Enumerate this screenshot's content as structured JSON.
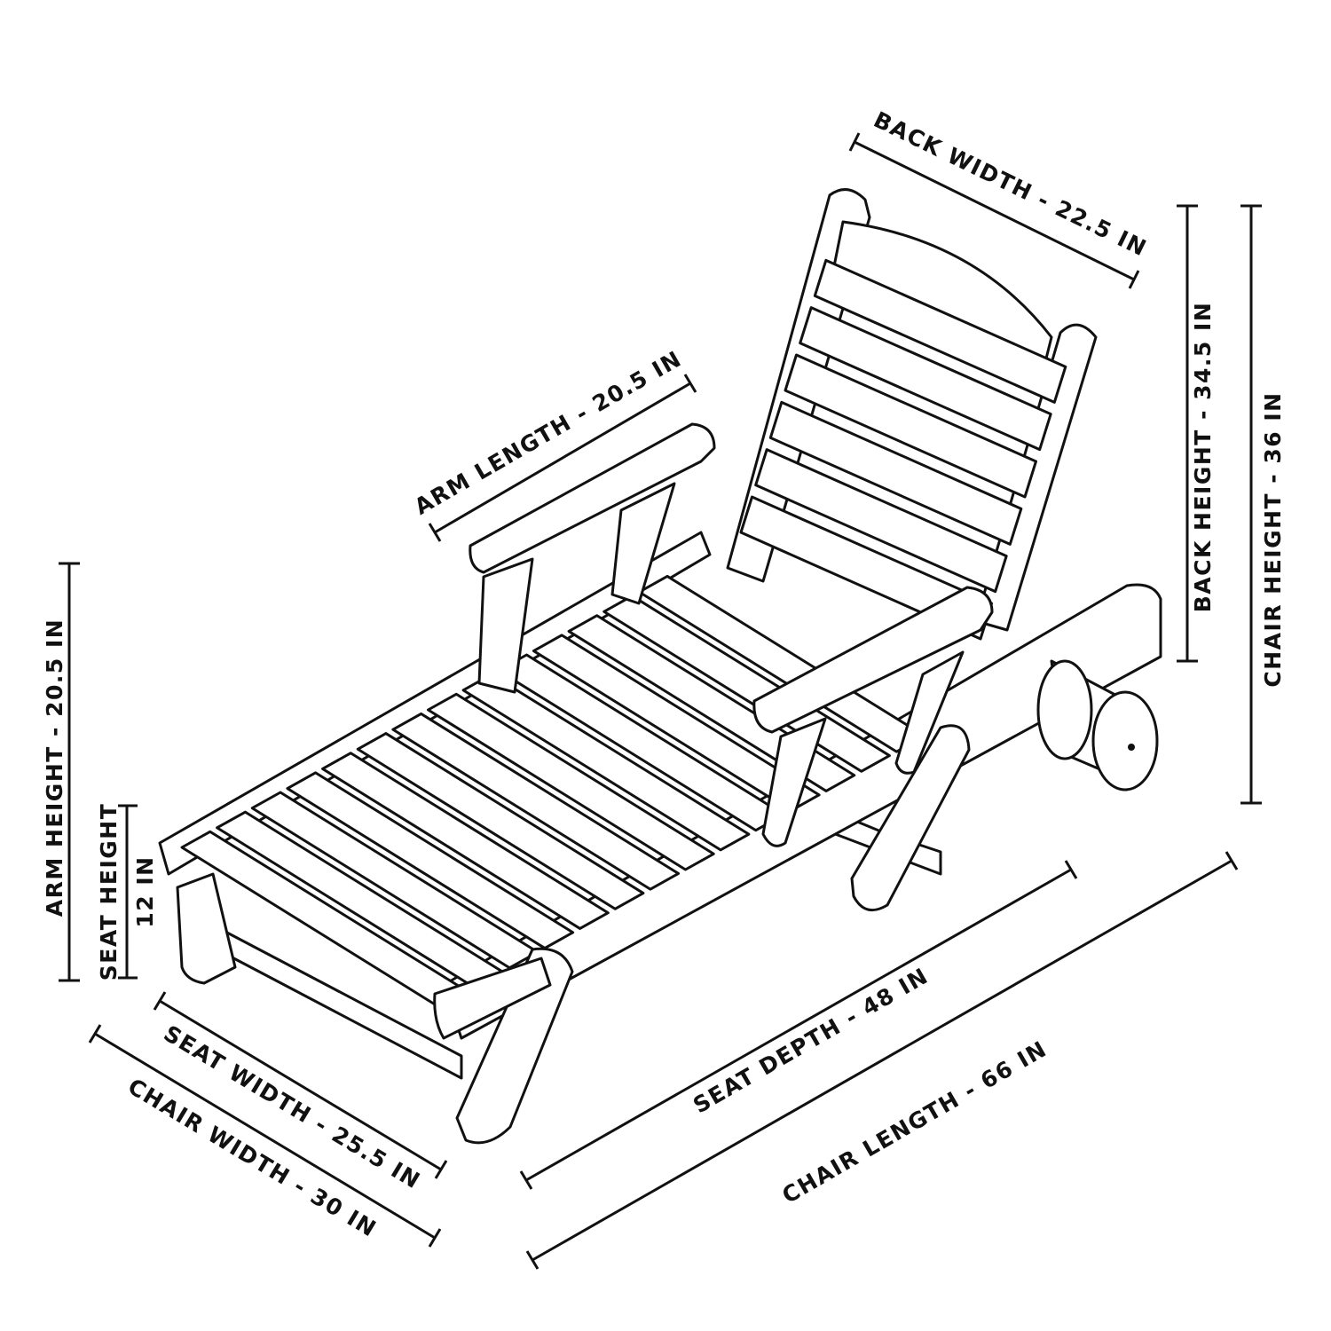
{
  "dimensions": {
    "back_width": "BACK WIDTH - 22.5 IN",
    "back_height": "BACK HEIGHT - 34.5 IN",
    "chair_height": "CHAIR HEIGHT - 36 IN",
    "arm_length": "ARM LENGTH - 20.5 IN",
    "arm_height": "ARM HEIGHT - 20.5 IN",
    "seat_height_label": "SEAT HEIGHT",
    "seat_height_value": "12 IN",
    "seat_width": "SEAT WIDTH - 25.5 IN",
    "chair_width": "CHAIR WIDTH - 30 IN",
    "seat_depth": "SEAT DEPTH - 48 IN",
    "chair_length": "CHAIR LENGTH - 66 IN"
  }
}
